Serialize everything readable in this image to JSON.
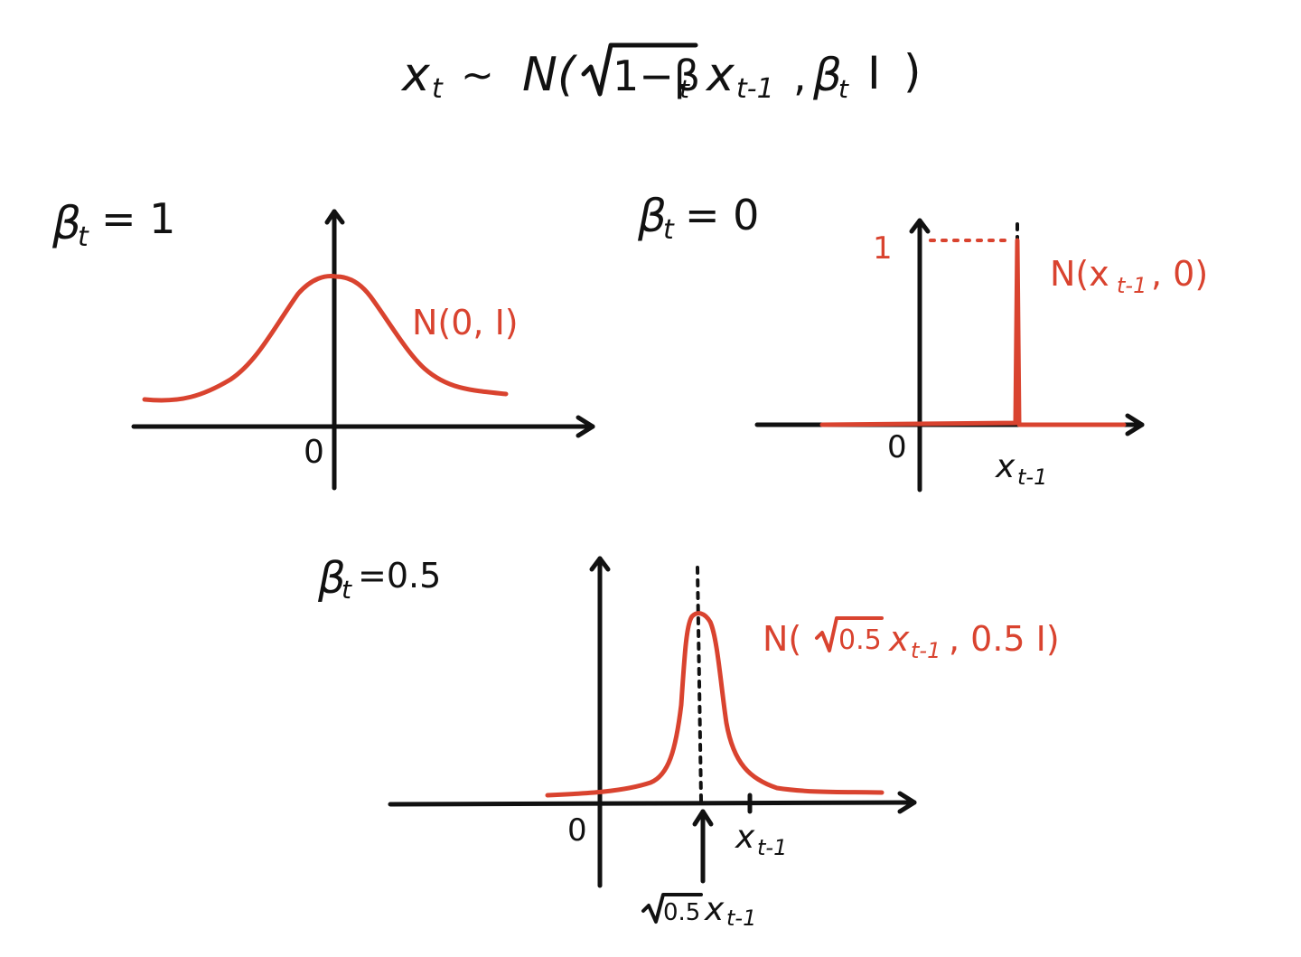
{
  "formula": {
    "lhs": "x",
    "lhs_sub": "t",
    "tilde": "~",
    "dist": "N(",
    "sqrt_arg": "1−β",
    "sqrt_arg_sub": "t",
    "mid": "x",
    "mid_sub": "t-1",
    "comma": ",",
    "beta": "β",
    "beta_sub": "t",
    "identity": "I",
    "close": ")"
  },
  "panel1": {
    "beta_label": "β",
    "beta_sub": "t",
    "beta_value": "= 1",
    "origin": "0",
    "curve_label": "N(0, I)"
  },
  "panel2": {
    "beta_label": "β",
    "beta_sub": "t",
    "beta_value": "= 0",
    "origin": "0",
    "y_tick": "1",
    "x_tick": "x",
    "x_tick_sub": "t-1",
    "curve_label": "N(x",
    "curve_label_sub": "t-1",
    "curve_label_end": ", 0)"
  },
  "panel3": {
    "beta_label": "β",
    "beta_sub": "t",
    "beta_value": "=0.5",
    "origin": "0",
    "x_tick": "x",
    "x_tick_sub": "t-1",
    "mean_label_sqrt": "0.5",
    "mean_label_x": "x",
    "mean_label_sub": "t-1",
    "curve_label_start": "N(",
    "curve_label_sqrt": "0.5",
    "curve_label_x": "x",
    "curve_label_sub": "t-1",
    "curve_label_end": ", 0.5 I)"
  },
  "colors": {
    "ink": "#111111",
    "accent": "#d9432f",
    "background": "#ffffff"
  }
}
